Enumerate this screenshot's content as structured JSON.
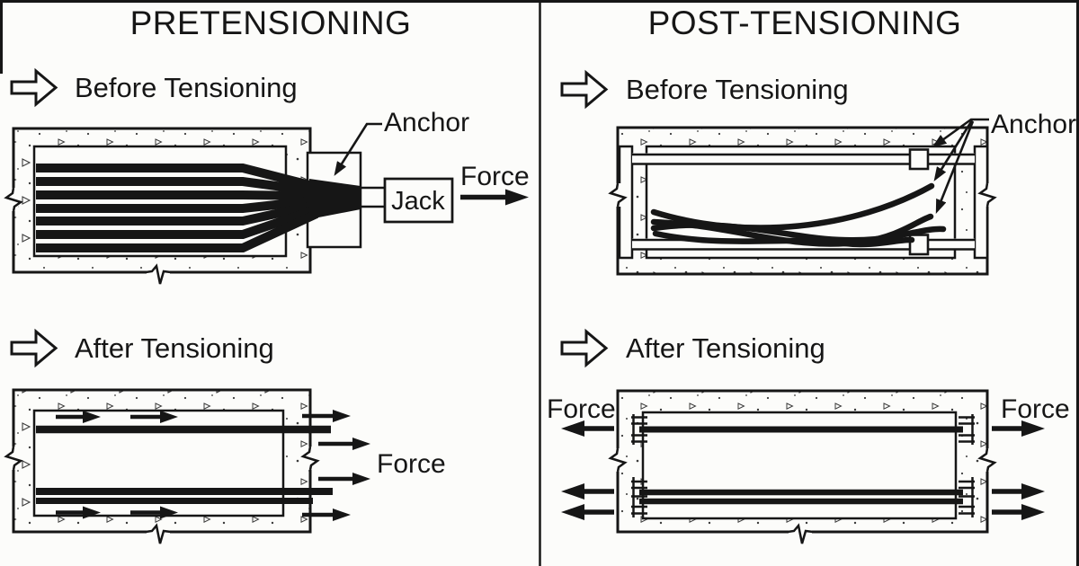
{
  "colors": {
    "ink": "#161616",
    "paper": "#fcfcfa"
  },
  "left": {
    "title": "PRETENSIONING",
    "before": {
      "heading": "Before Tensioning",
      "anchor_label": "Anchor",
      "jack_label": "Jack",
      "force_label": "Force"
    },
    "after": {
      "heading": "After Tensioning",
      "force_label": "Force"
    }
  },
  "right": {
    "title": "POST-TENSIONING",
    "before": {
      "heading": "Before Tensioning",
      "anchor_label": "Anchor"
    },
    "after": {
      "heading": "After Tensioning",
      "force_label_left": "Force",
      "force_label_right": "Force"
    }
  }
}
